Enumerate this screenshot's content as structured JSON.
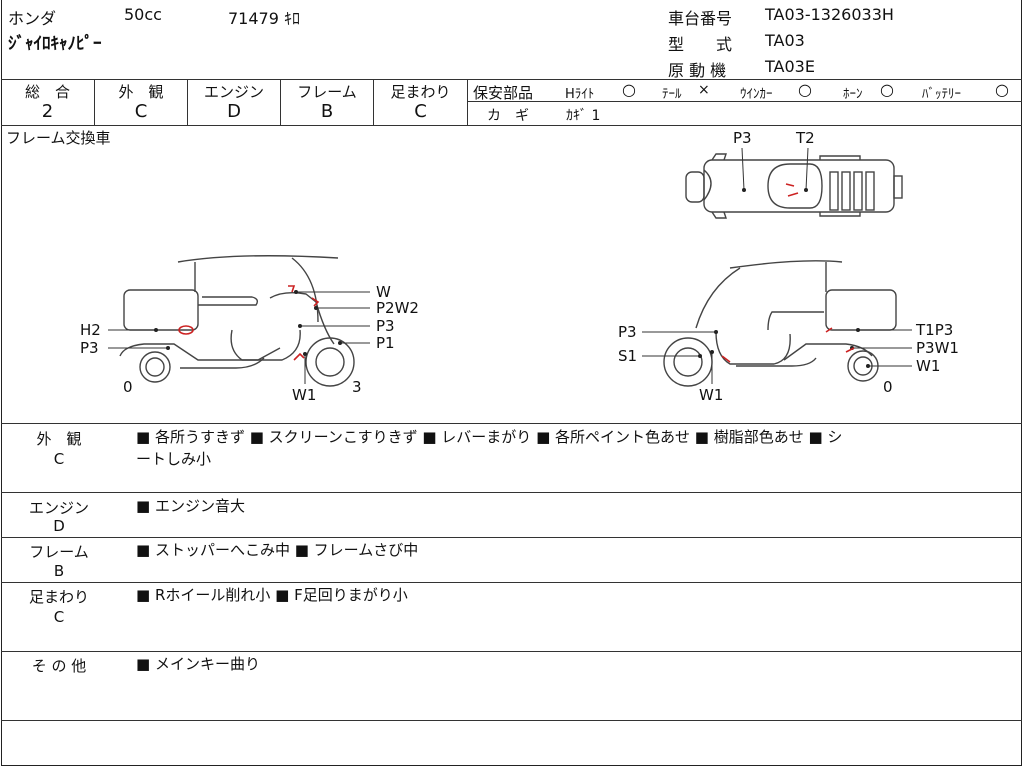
{
  "header": {
    "maker": "ホンダ",
    "displacement": "50cc",
    "mileage": "71479 ｷﾛ",
    "model_name": "ｼﾞｬｲﾛｷｬﾉﾋﾟｰ",
    "frame_no_label": "車台番号",
    "frame_no": "TA03-1326033H",
    "model_type_label": "型　　式",
    "model_type": "TA03",
    "engine_label": "原 動 機",
    "engine_no": "TA03E"
  },
  "grades": [
    {
      "label": "総　合",
      "value": "2"
    },
    {
      "label": "外　観",
      "value": "C"
    },
    {
      "label": "エンジン",
      "value": "D"
    },
    {
      "label": "フレーム",
      "value": "B"
    },
    {
      "label": "足まわり",
      "value": "C"
    }
  ],
  "safety": {
    "label": "保安部品",
    "items": [
      {
        "name": "Hﾗｲﾄ",
        "mark": "○"
      },
      {
        "name": "ﾃｰﾙ",
        "mark": "×"
      },
      {
        "name": "ｳｲﾝｶｰ",
        "mark": "○"
      },
      {
        "name": "ﾎｰﾝ",
        "mark": "○"
      },
      {
        "name": "ﾊﾞｯﾃﾘｰ",
        "mark": "○"
      }
    ],
    "key_label": "カ　ギ",
    "key_value": "ｶｷﾞ 1"
  },
  "diagram": {
    "note": "フレーム交換車",
    "top_labels": [
      "P3",
      "T2"
    ],
    "left_labels": [
      "W",
      "P2W2",
      "P3",
      "P1",
      "H2",
      "P3",
      "0",
      "W1",
      "3"
    ],
    "right_labels": [
      "P3",
      "S1",
      "W1",
      "T1P3",
      "P3W1",
      "W1",
      "0"
    ]
  },
  "sections": [
    {
      "label": "外　観",
      "grade": "C",
      "lines": [
        "■ 各所うすきず ■ スクリーンこすりきず ■ レバーまがり ■ 各所ペイント色あせ ■ 樹脂部色あせ ■ シ",
        "ートしみ小"
      ]
    },
    {
      "label": "エンジン",
      "grade": "D",
      "lines": [
        "■ エンジン音大"
      ]
    },
    {
      "label": "フレーム",
      "grade": "B",
      "lines": [
        "■ ストッパーへこみ中 ■ フレームさび中"
      ]
    },
    {
      "label": "足まわり",
      "grade": "C",
      "lines": [
        "■ Rホイール削れ小 ■ F足回りまがり小"
      ]
    },
    {
      "label": "そ の 他",
      "grade": "",
      "lines": [
        "■ メインキー曲り"
      ]
    }
  ],
  "colors": {
    "line": "#333333",
    "damage_mark": "#cc2222"
  }
}
